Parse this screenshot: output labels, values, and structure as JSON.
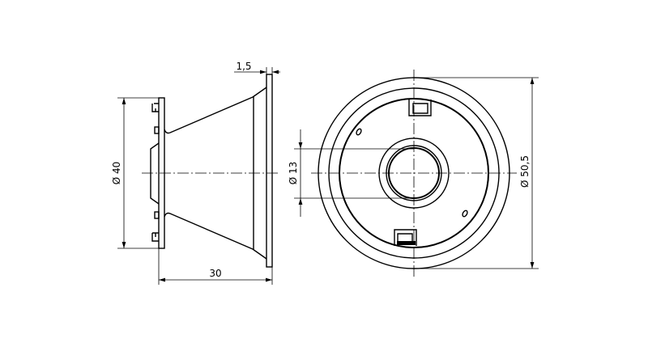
{
  "drawing": {
    "side_view": {
      "dimension_diameter": "Ø 40",
      "dimension_length": "30",
      "dimension_flange": "1,5"
    },
    "front_view": {
      "dimension_inner_diameter": "Ø 13",
      "dimension_outer_diameter": "Ø 50,5"
    },
    "line_color": "#000000",
    "background_color": "#ffffff"
  }
}
